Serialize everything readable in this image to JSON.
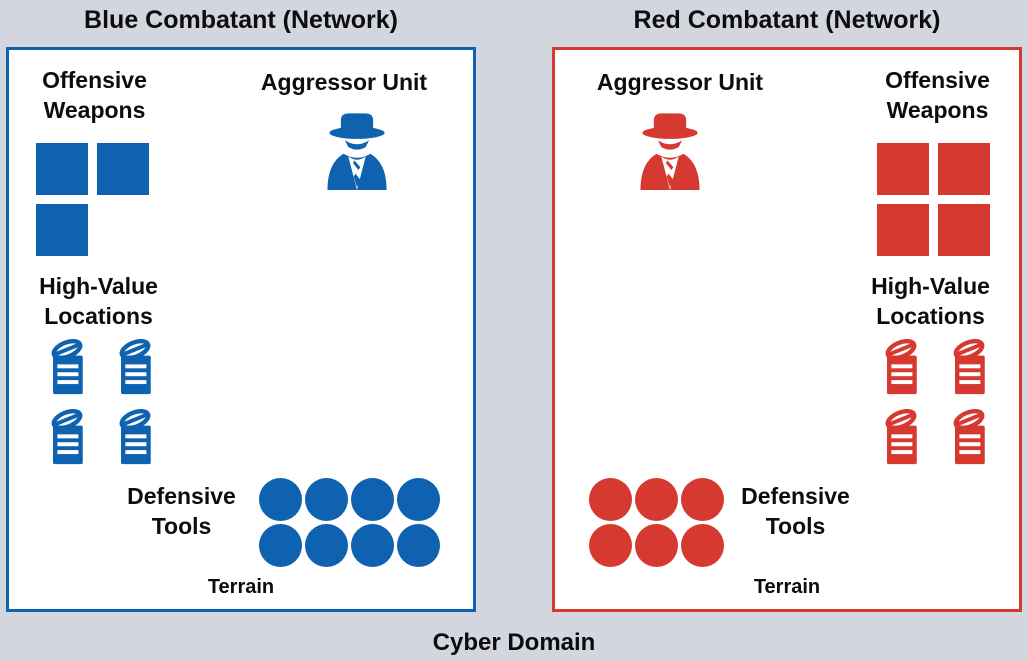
{
  "page": {
    "background": "#d3d6de",
    "box_background": "#ffffff",
    "text_color": "#0d0d0d"
  },
  "cyber_domain_label": "Cyber Domain",
  "combatants": [
    {
      "name": "blue",
      "title": "Blue Combatant (Network)",
      "color": "#0e62b0",
      "sections": {
        "offensive_weapons": {
          "label": "Offensive Weapons",
          "count": 3
        },
        "aggressor_unit": {
          "label": "Aggressor Unit",
          "count": 1
        },
        "high_value_locations": {
          "label": "High-Value Locations",
          "count": 4
        },
        "defensive_tools": {
          "label": "Defensive Tools",
          "count": 8
        },
        "terrain": {
          "label": "Terrain"
        }
      }
    },
    {
      "name": "red",
      "title": "Red Combatant (Network)",
      "color": "#d6392f",
      "sections": {
        "offensive_weapons": {
          "label": "Offensive Weapons",
          "count": 4
        },
        "aggressor_unit": {
          "label": "Aggressor Unit",
          "count": 1
        },
        "high_value_locations": {
          "label": "High-Value Locations",
          "count": 4
        },
        "defensive_tools": {
          "label": "Defensive Tools",
          "count": 6
        },
        "terrain": {
          "label": "Terrain"
        }
      }
    }
  ]
}
